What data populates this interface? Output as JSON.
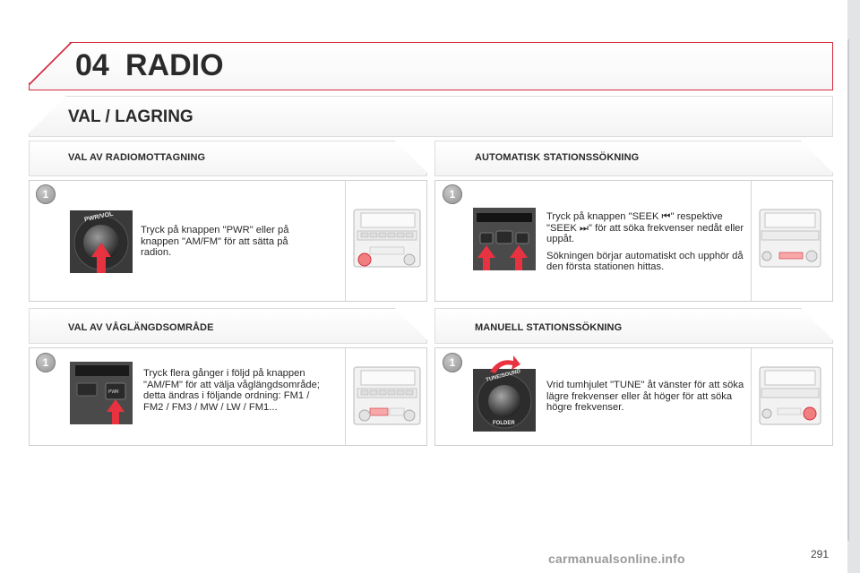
{
  "header": {
    "chapter_number": "04",
    "chapter_title": "RADIO"
  },
  "section": {
    "title": "VAL / LAGRING"
  },
  "blocks": {
    "radio_reception": {
      "title": "VAL AV RADIOMOTTAGNING",
      "step": "1",
      "text": "Tryck på knappen \"PWR\" eller på knappen \"AM/FM\" för att sätta på radion.",
      "knob_label": "PWR/VOL"
    },
    "band": {
      "title": "VAL AV VÅGLÄNGDSOMRÅDE",
      "step": "1",
      "text": "Tryck flera gånger i följd på knappen \"AM/FM\" för att välja våglängdsområde; detta ändras i följande ordning: FM1 / FM2 / FM3 / MW / LW / FM1...",
      "button_label": "PWR"
    },
    "auto_seek": {
      "title": "AUTOMATISK STATIONSSÖKNING",
      "step": "1",
      "text_1a": "Tryck på knappen \"SEEK ",
      "text_1b": "\" respektive \"SEEK ",
      "text_1c": "\" för att söka frekvenser nedåt eller uppåt.",
      "text_2": "Sökningen börjar automatiskt och upphör då den första stationen hittas."
    },
    "manual_seek": {
      "title": "MANUELL STATIONSSÖKNING",
      "step": "1",
      "text": "Vrid tumhjulet \"TUNE\" åt vänster för att söka lägre frekvenser eller åt höger för att söka högre frekvenser.",
      "knob_label_top": "TUNE/SOUND",
      "knob_label_bottom": "FOLDER"
    }
  },
  "footer": {
    "page_number": "291",
    "watermark": "carmanualsonline.info"
  },
  "colors": {
    "accent_red": "#d52b3d",
    "arrow_red": "#e8323f",
    "badge_grey": "#9a9a9a"
  }
}
